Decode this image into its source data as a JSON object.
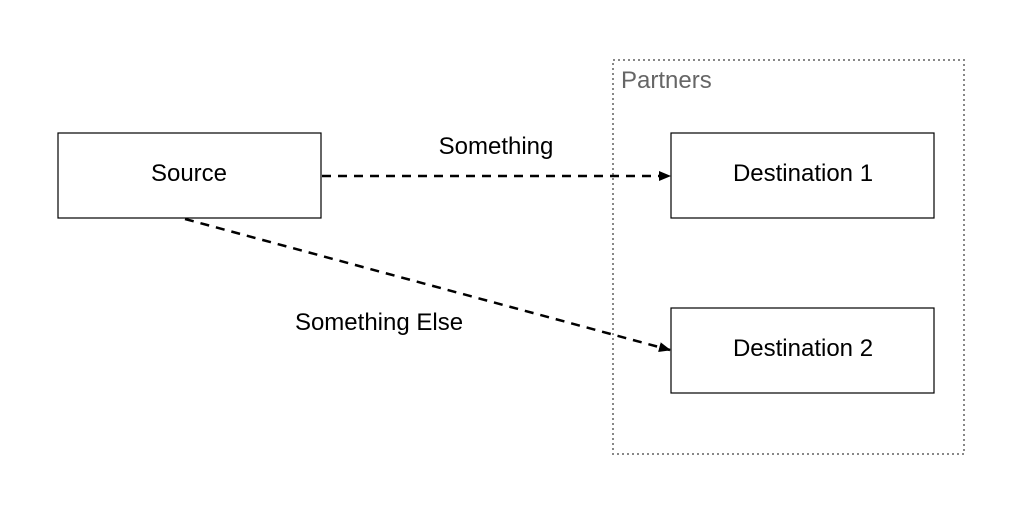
{
  "group": {
    "label": "Partners",
    "border_color": "#888888",
    "label_color": "#666666"
  },
  "nodes": {
    "source": "Source",
    "destination_1": "Destination 1",
    "destination_2": "Destination 2"
  },
  "edges": {
    "source_to_destination_1": "Something",
    "source_to_destination_2": "Something Else"
  },
  "colors": {
    "stroke": "#000000",
    "background": "#ffffff"
  }
}
